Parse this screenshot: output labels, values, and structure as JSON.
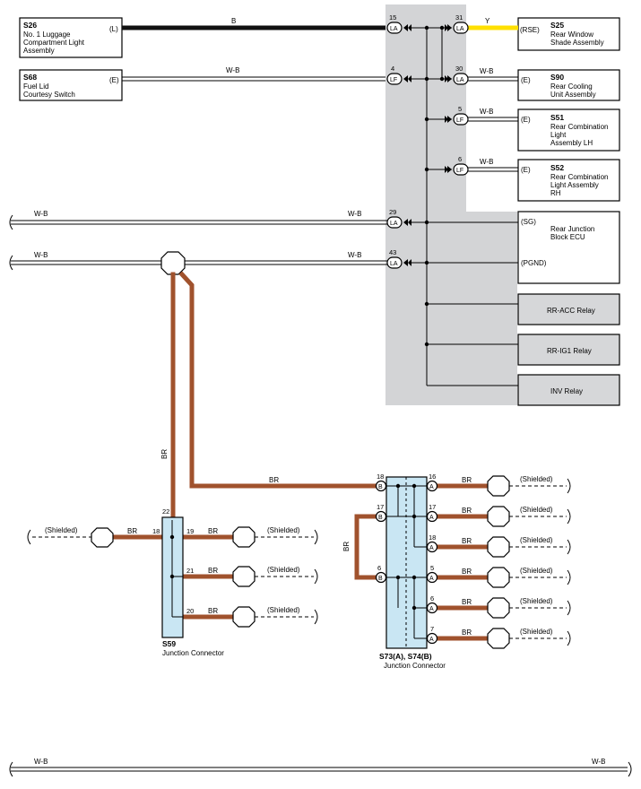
{
  "components": {
    "s26": {
      "code": "S26",
      "lines": [
        "No. 1 Luggage",
        "Compartment Light",
        "Assembly"
      ],
      "terminal": "(L)"
    },
    "s68": {
      "code": "S68",
      "lines": [
        "Fuel Lid",
        "Courtesy Switch"
      ],
      "terminal": "(E)"
    },
    "s25": {
      "code": "S25",
      "lines": [
        "Rear Window",
        "Shade Assembly"
      ],
      "terminal": "(RSE)"
    },
    "s90": {
      "code": "S90",
      "lines": [
        "Rear Cooling",
        "Unit Assembly"
      ],
      "terminal": "(E)"
    },
    "s51": {
      "code": "S51",
      "lines": [
        "Rear Combination",
        "Light",
        "Assembly LH"
      ],
      "terminal": "(E)"
    },
    "s52": {
      "code": "S52",
      "lines": [
        "Rear Combination",
        "Light Assembly",
        "RH"
      ],
      "terminal": "(E)"
    },
    "ecu": {
      "lines": [
        "Rear Junction",
        "Block ECU"
      ],
      "terminal_sg": "(SG)",
      "terminal_pgnd": "(PGND)"
    },
    "relays": [
      "RR-ACC Relay",
      "RR-IG1 Relay",
      "INV Relay"
    ],
    "s59": {
      "code": "S59",
      "name": "Junction Connector"
    },
    "s73": {
      "code": "S73(A), S74(B)",
      "name": "Junction Connector"
    }
  },
  "wires": {
    "b": "B",
    "y": "Y",
    "wb": "W-B",
    "br": "BR",
    "shielded": "(Shielded)"
  },
  "connectors": {
    "la": "LA",
    "lf": "LF",
    "a": "A",
    "b": "B"
  },
  "pins": {
    "p15": "15",
    "p31": "31",
    "p4": "4",
    "p30": "30",
    "p5": "5",
    "p6": "6",
    "p29": "29",
    "p43": "43",
    "s59_22": "22",
    "s59_18": "18",
    "s59_19": "19",
    "s59_21": "21",
    "s59_20": "20",
    "s73_18": "18",
    "s73_17": "17",
    "s73_6": "6",
    "a16": "16",
    "a17": "17",
    "a18": "18",
    "a5": "5",
    "a6": "6",
    "a7": "7"
  },
  "colors": {
    "br": "#a0522d",
    "y": "#ffe000",
    "b": "#111111",
    "relay": "#d6d7d9",
    "jc": "#c9e6f3",
    "shade": "#d3d4d6"
  }
}
